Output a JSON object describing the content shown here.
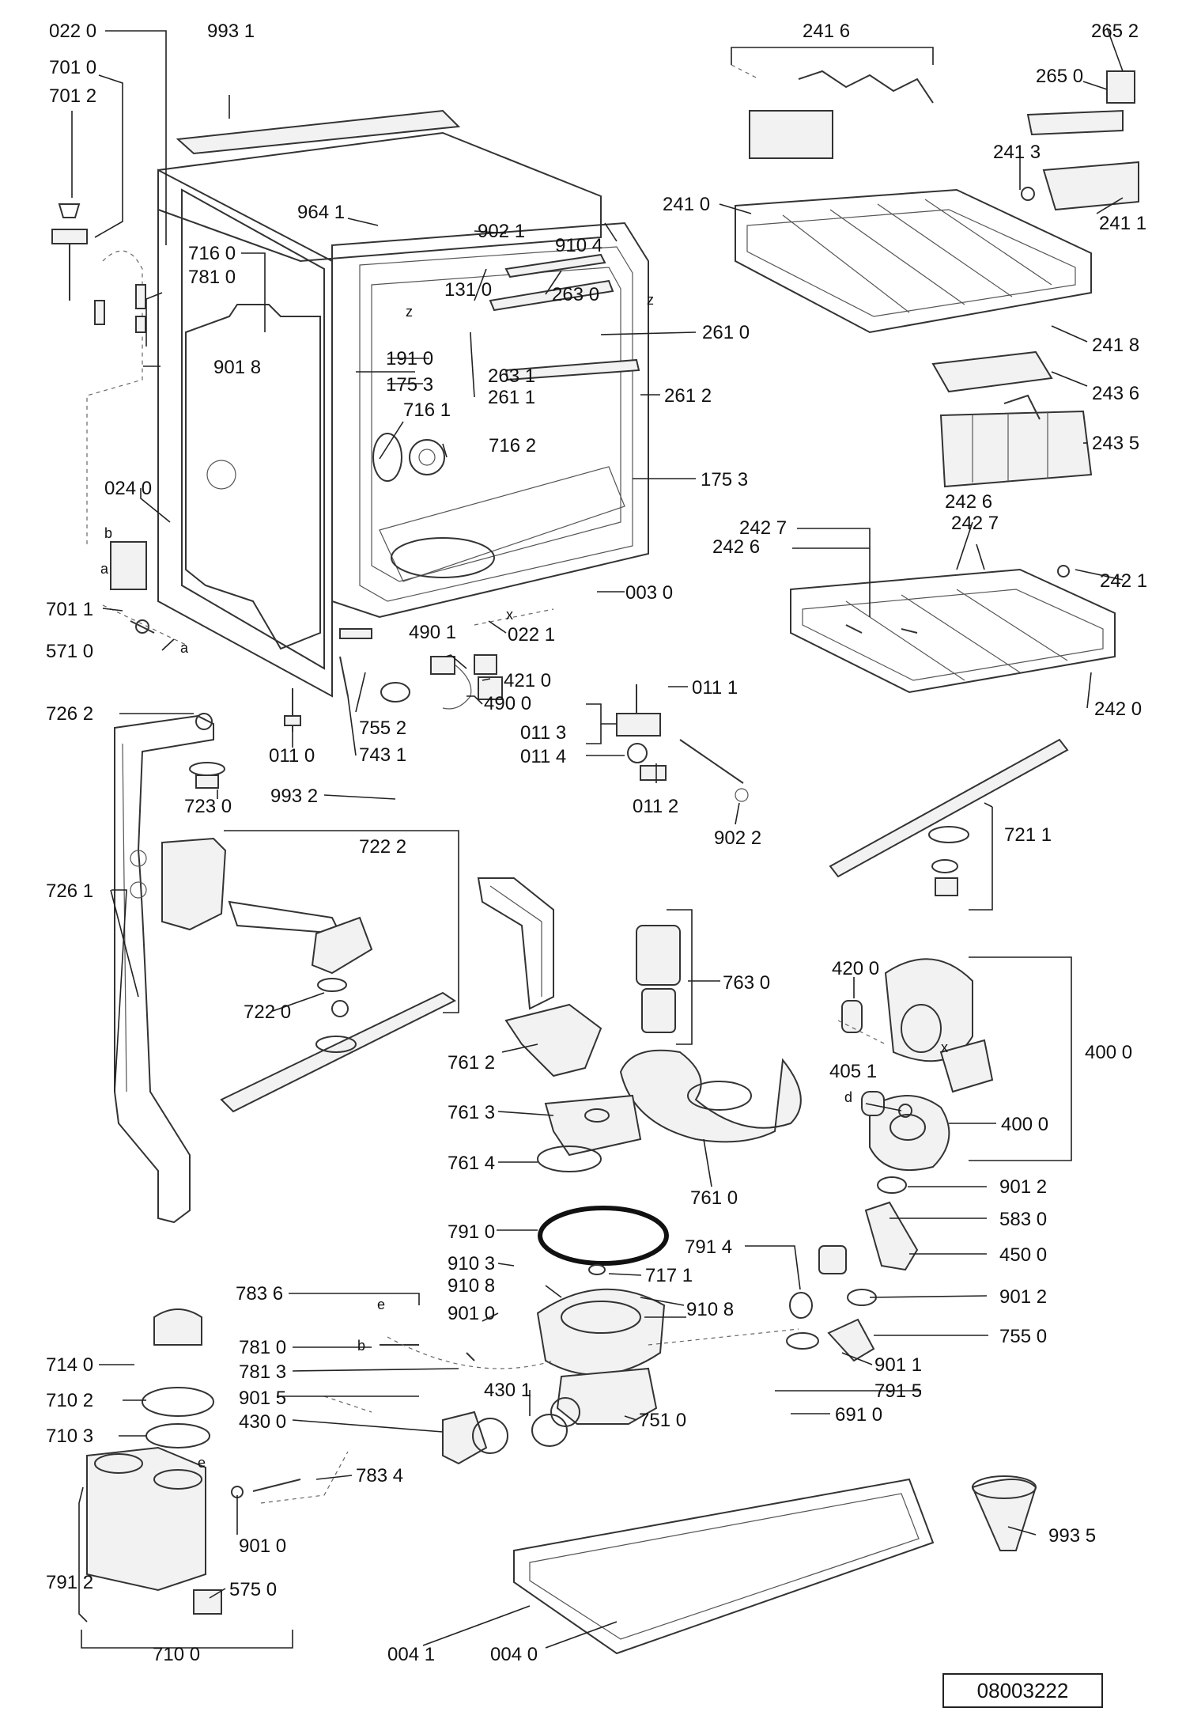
{
  "reference_number": "08003222",
  "labels": [
    "022 0",
    "993 1",
    "701 0",
    "701 2",
    "964 1",
    "902 1",
    "910 4",
    "716 0",
    "781 0",
    "131 0",
    "263 0",
    "261 0",
    "901 8",
    "191 0",
    "263 1",
    "175 3",
    "261 1",
    "261 2",
    "716 1",
    "716 2",
    "175 3",
    "024 0",
    "003 0",
    "701 1",
    "022 1",
    "571 0",
    "490 1",
    "421 0",
    "490 0",
    "011 1",
    "011 3",
    "011 4",
    "011 2",
    "902 2",
    "011 0",
    "755 2",
    "743 1",
    "993 2",
    "726 2",
    "723 0",
    "722 2",
    "726 1",
    "722 0",
    "241 6",
    "265 2",
    "265 0",
    "241 3",
    "241 0",
    "241 1",
    "241 8",
    "243 6",
    "243 5",
    "242 6",
    "242 7",
    "242 7",
    "242 6",
    "242 1",
    "242 0",
    "721 1",
    "763 0",
    "420 0",
    "400 0",
    "405 1",
    "400 0",
    "761 2",
    "761 3",
    "761 4",
    "761 0",
    "791 0",
    "901 2",
    "583 0",
    "450 0",
    "910 3",
    "717 1",
    "791 4",
    "901 2",
    "910 8",
    "910 8",
    "901 0",
    "783 6",
    "755 0",
    "781 0",
    "901 1",
    "781 3",
    "430 1",
    "791 5",
    "714 0",
    "751 0",
    "691 0",
    "710 2",
    "901 5",
    "430 0",
    "710 3",
    "783 4",
    "901 0",
    "791 2",
    "575 0",
    "710 0",
    "004 1",
    "004 0",
    "993 5"
  ],
  "letters": [
    "b",
    "a",
    "a",
    "z",
    "z",
    "x",
    "b",
    "e",
    "e",
    "d",
    "x"
  ]
}
